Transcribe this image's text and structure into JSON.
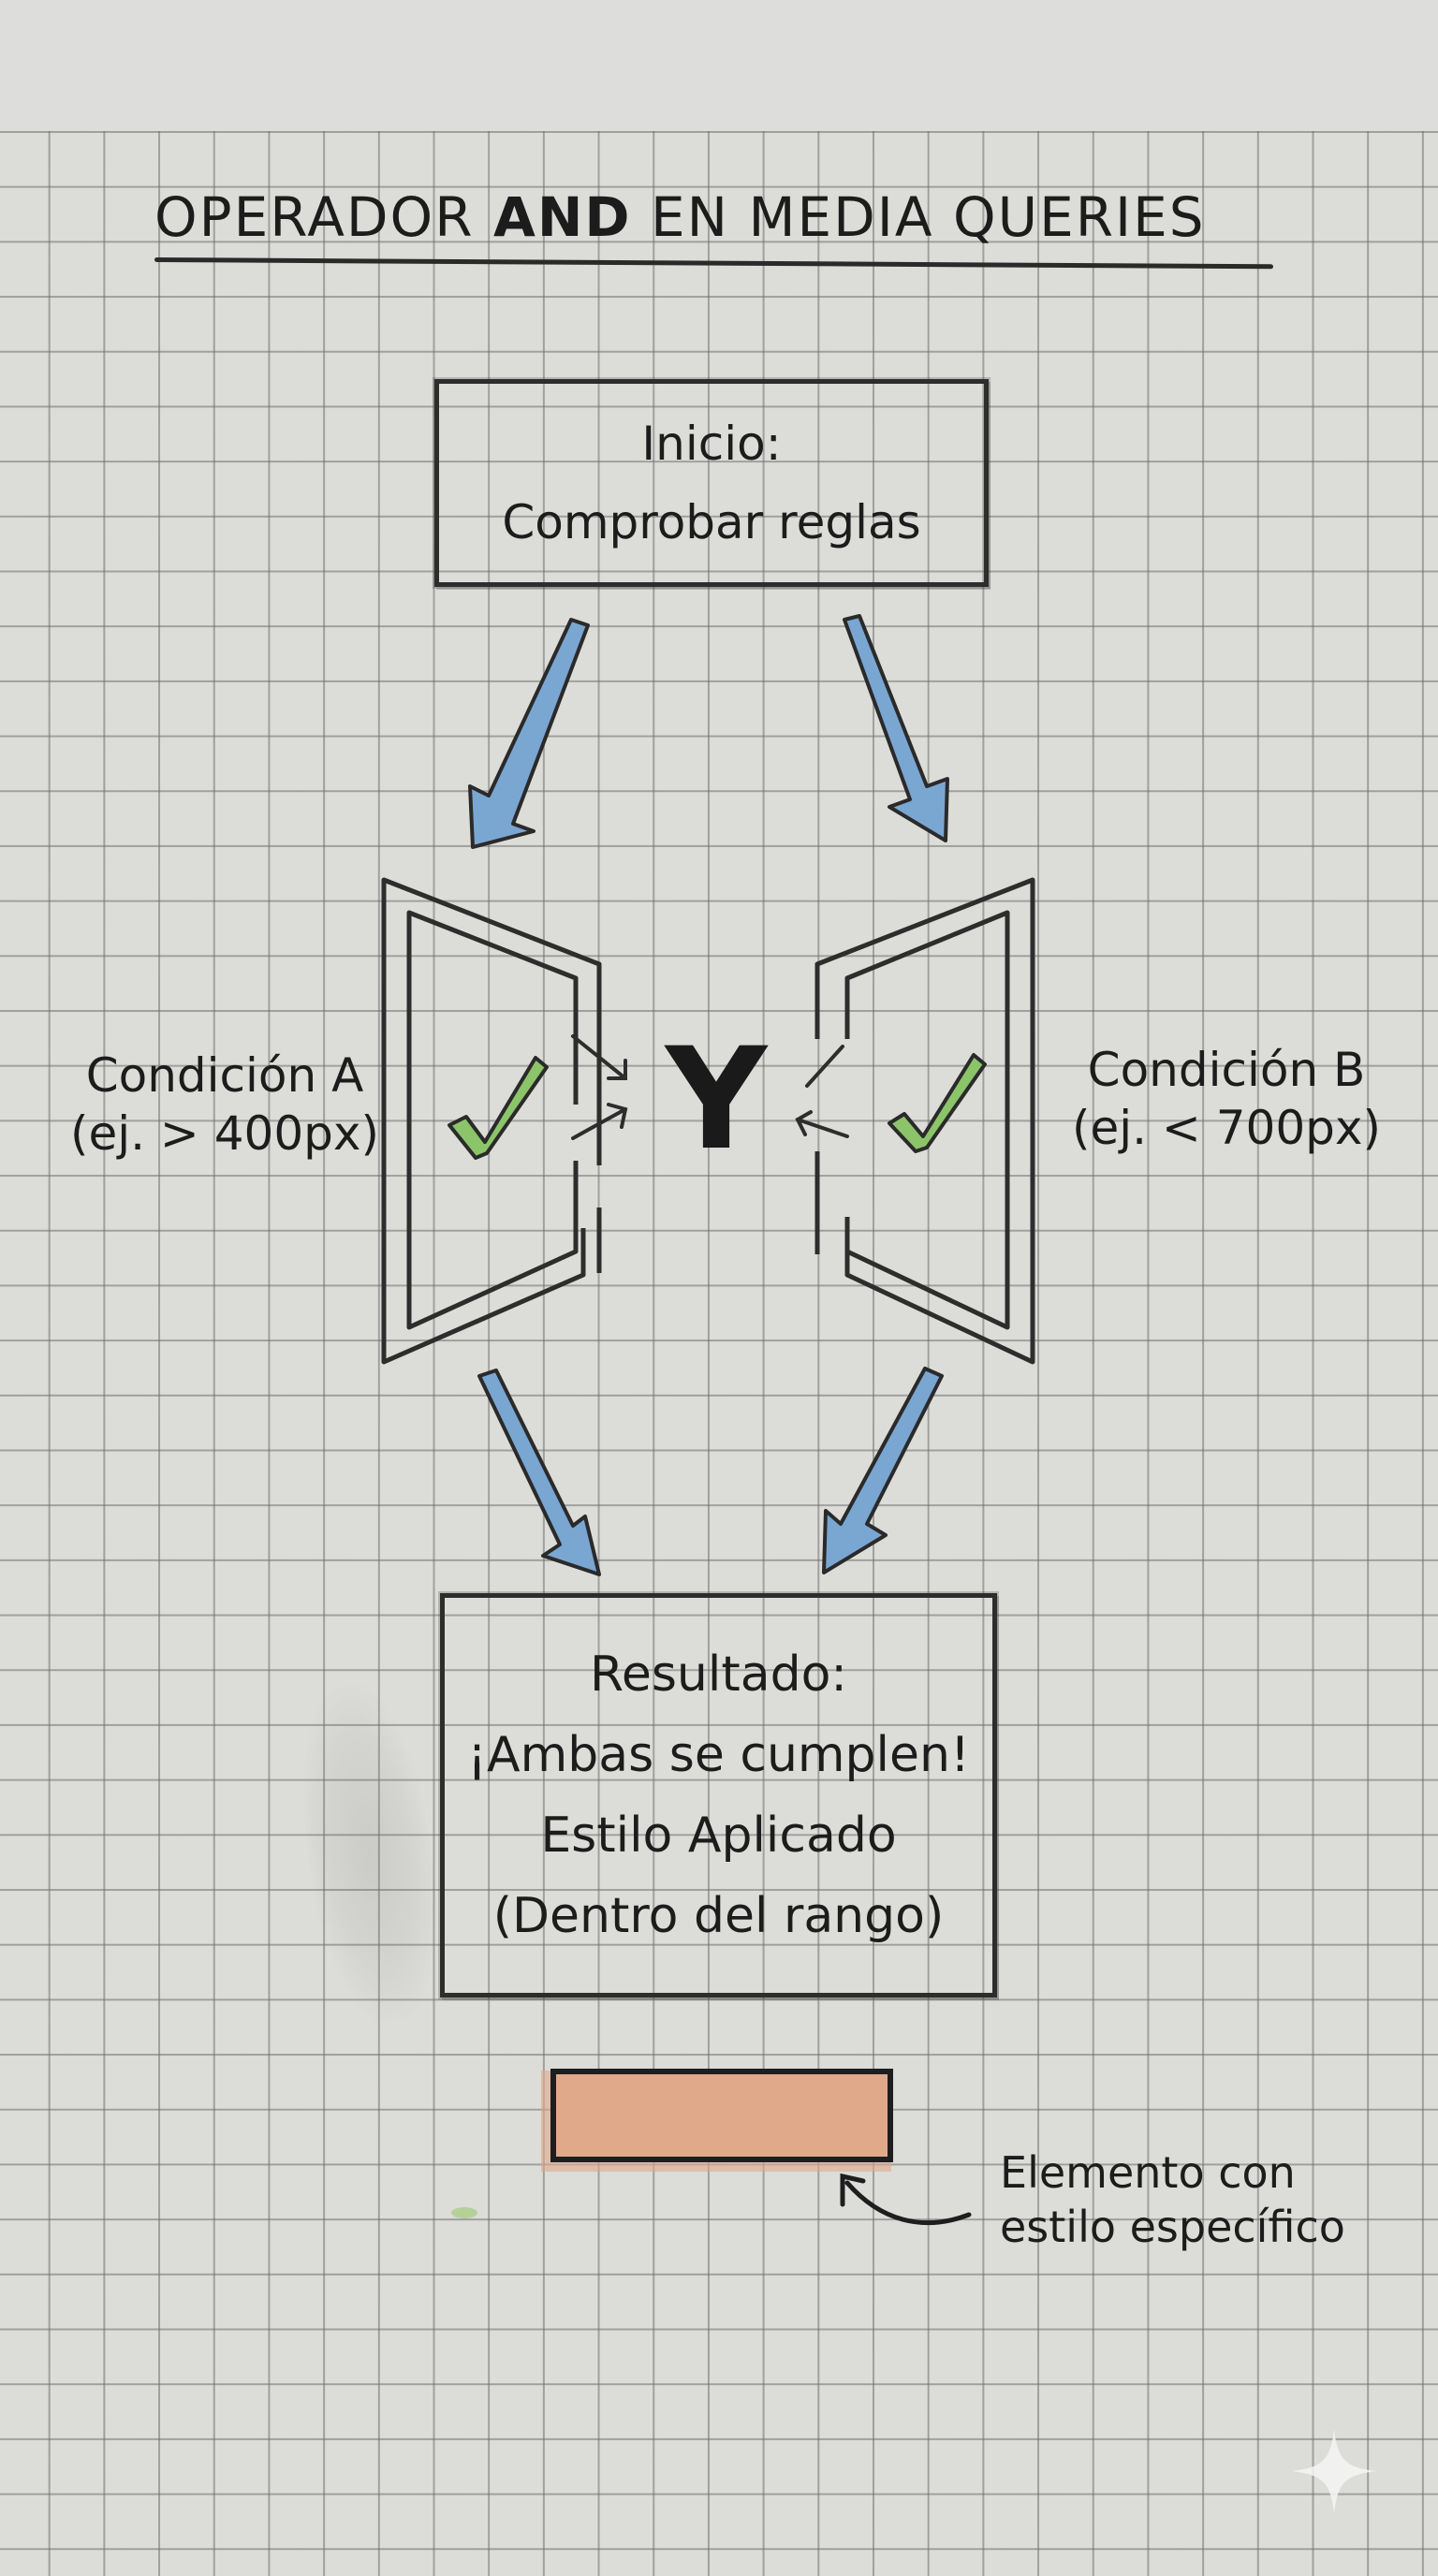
{
  "title": {
    "prefix": "OPERADOR",
    "emphasis": "AND",
    "suffix": "EN MEDIA QUERIES"
  },
  "start_box": {
    "line1": "Inicio:",
    "line2": "Comprobar reglas"
  },
  "condition_a": {
    "line1": "Condición A",
    "line2": "(ej. > 400px)",
    "status": "check"
  },
  "condition_b": {
    "line1": "Condición B",
    "line2": "(ej. < 700px)",
    "status": "check"
  },
  "operator": {
    "label": "Y"
  },
  "result_box": {
    "line1": "Resultado:",
    "line2": "¡Ambas se cumplen!",
    "line3": "Estilo Aplicado",
    "line4": "(Dentro del rango)"
  },
  "styled_element": {
    "fill_color": "#e0a98a"
  },
  "annotation": {
    "line1": "Elemento con",
    "line2": "estilo específico"
  },
  "colors": {
    "arrow_fill": "#7aa6d2",
    "check_fill": "#8cc46a",
    "ink": "#2a2a2a",
    "paper": "#dcdcd9",
    "grid_line": "#8a8a8a"
  },
  "icons": {
    "flow_arrows": "down-arrow-icon",
    "checkmarks": "checkmark-icon",
    "doors": "open-door-icon",
    "watermark": "sparkle-icon"
  }
}
